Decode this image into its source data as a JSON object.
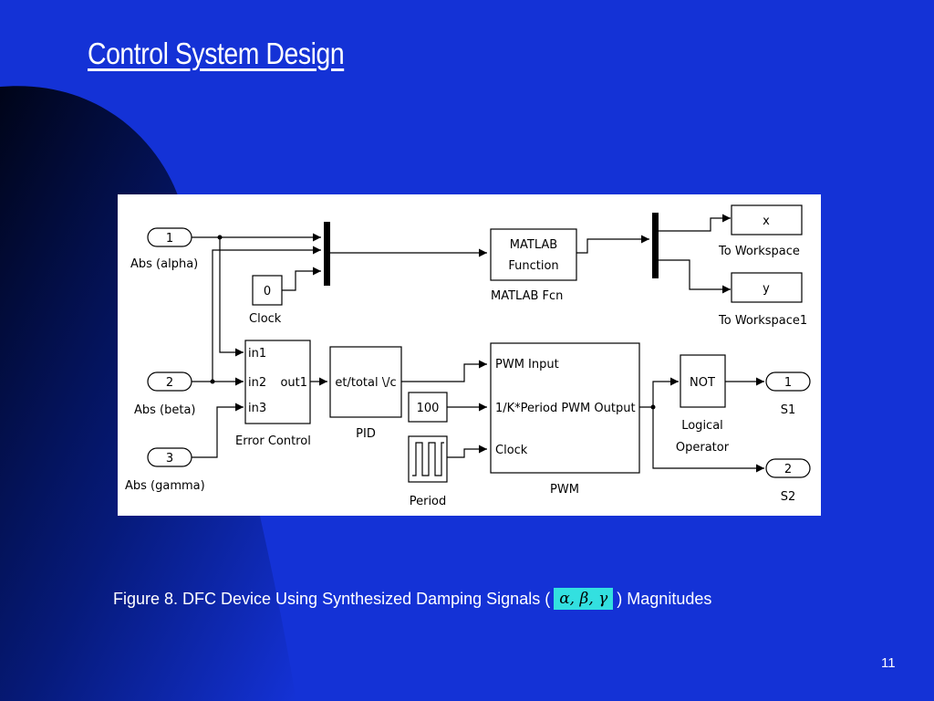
{
  "slide": {
    "title": "Control System Design",
    "page_number": "11",
    "caption": {
      "prefix": "Figure 8. DFC Device Using Synthesized Damping Signals (",
      "greek": "α, β, γ",
      "suffix": ") Magnitudes"
    }
  },
  "diagram": {
    "inports": {
      "in1": {
        "num": "1",
        "label": "Abs (alpha)"
      },
      "in2": {
        "num": "2",
        "label": "Abs (beta)"
      },
      "in3": {
        "num": "3",
        "label": "Abs (gamma)"
      }
    },
    "clock": {
      "value": "0",
      "label": "Clock"
    },
    "matlab_fcn": {
      "line1": "MATLAB",
      "line2": "Function",
      "label": "MATLAB Fcn"
    },
    "to_workspace_x": {
      "value": "x",
      "label": "To Workspace"
    },
    "to_workspace_y": {
      "value": "y",
      "label": "To Workspace1"
    },
    "error_control": {
      "in1": "in1",
      "in2": "in2",
      "in3": "in3",
      "out1": "out1",
      "label": "Error Control"
    },
    "pid": {
      "text": "et/total \\/c",
      "label": "PID"
    },
    "constant": {
      "value": "100"
    },
    "period": {
      "label": "Period"
    },
    "pwm": {
      "port1": "PWM Input",
      "port2": "1/K*Period PWM Output",
      "port3": "Clock",
      "label": "PWM"
    },
    "not_gate": {
      "text": "NOT",
      "label1": "Logical",
      "label2": "Operator"
    },
    "outports": {
      "s1": {
        "num": "1",
        "label": "S1"
      },
      "s2": {
        "num": "2",
        "label": "S2"
      }
    }
  },
  "colors": {
    "background": "#1432d6",
    "swoosh": "#02082e",
    "highlight": "#33e0e0"
  }
}
